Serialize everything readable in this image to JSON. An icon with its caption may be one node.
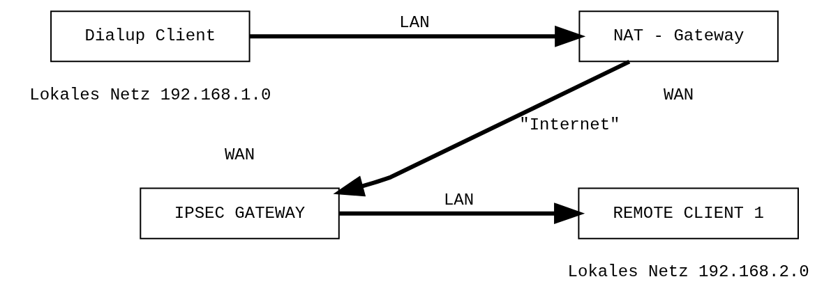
{
  "diagram": {
    "nodes": [
      {
        "text": [
          "Dialup Client"
        ],
        "beside": [
          "Lokales Netz 192.168.1.0"
        ]
      },
      {
        "text": [
          "NAT - Gateway"
        ],
        "beside": [
          "WAN"
        ]
      },
      {
        "text": [
          "IPSEC GATEWAY"
        ],
        "beside": [
          "WAN"
        ]
      },
      {
        "text": [
          "REMOTE CLIENT 1"
        ],
        "beside": [
          "Lokales Netz 192.168.2.0"
        ]
      }
    ],
    "edges": [
      {
        "from": 0,
        "to": 1,
        "arrow": "to",
        "label": "LAN"
      },
      {
        "from": 1,
        "to": 2,
        "arrow": "to",
        "label": "\"Internet\""
      },
      {
        "from": 2,
        "to": 3,
        "arrow": "to",
        "label": "LAN"
      }
    ]
  }
}
